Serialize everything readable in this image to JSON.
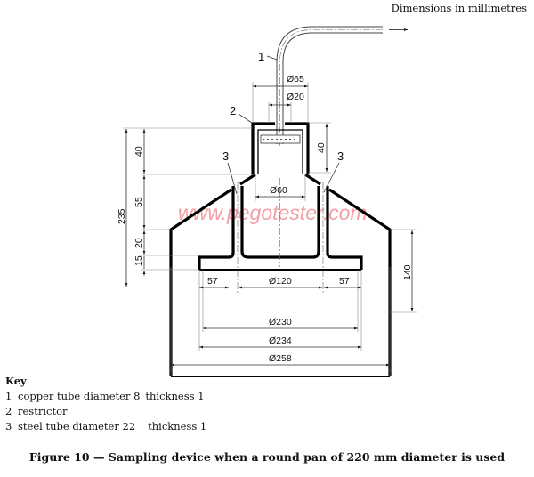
{
  "header": {
    "units_note": "Dimensions in millimetres"
  },
  "drawing": {
    "watermark": "www.pegotester.com",
    "callouts": {
      "c1": "1",
      "c2": "2",
      "c3_left": "3",
      "c3_right": "3"
    },
    "dimensions": {
      "d_65": "Ø65",
      "d_20": "Ø20",
      "d_60": "Ø60",
      "d_120": "Ø120",
      "d_230": "Ø230",
      "d_234": "Ø234",
      "d_258": "Ø258",
      "w_57_left": "57",
      "w_57_right": "57",
      "h_40_left": "40",
      "h_55": "55",
      "h_20": "20",
      "h_15": "15",
      "h_235": "235",
      "h_40_right": "40",
      "h_140": "140"
    }
  },
  "key": {
    "title": "Key",
    "items": [
      {
        "num": "1",
        "text": "copper tube diameter 8",
        "extra": "thickness 1"
      },
      {
        "num": "2",
        "text": "restrictor",
        "extra": ""
      },
      {
        "num": "3",
        "text": "steel tube diameter 22",
        "extra": "thickness 1"
      }
    ]
  },
  "caption": "Figure 10 — Sampling device when a round pan of 220 mm diameter is used"
}
